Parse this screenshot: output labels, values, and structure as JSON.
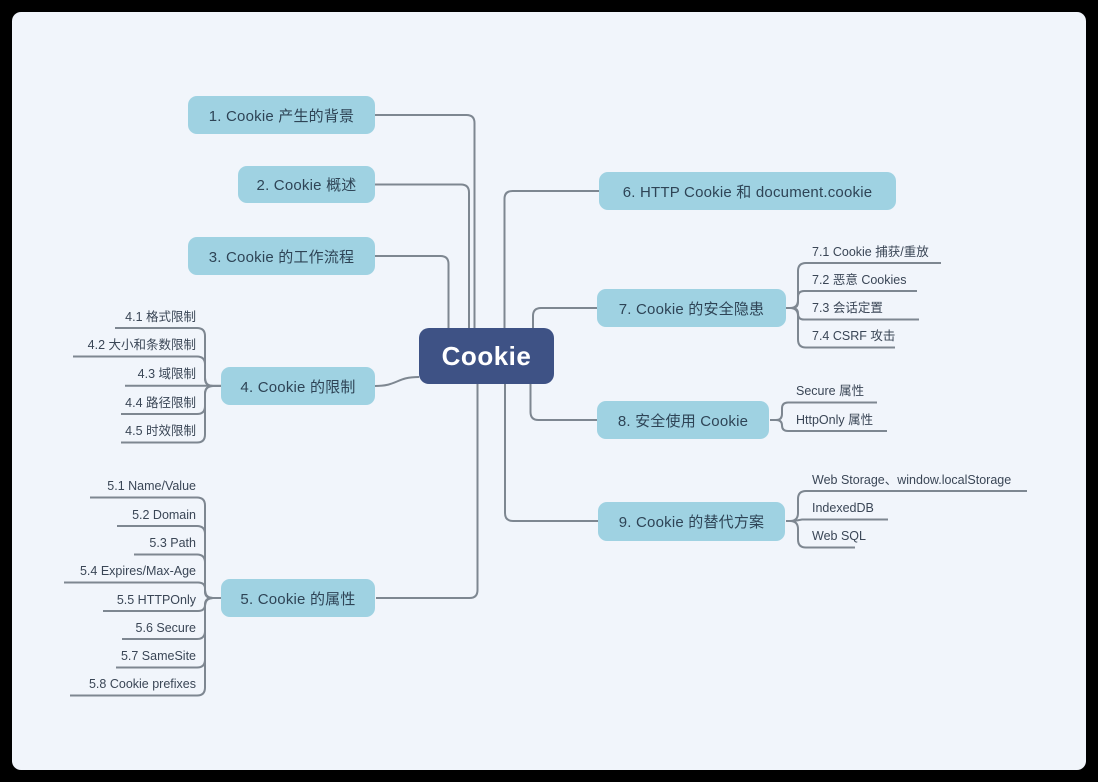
{
  "root": {
    "label": "Cookie"
  },
  "palette": {
    "canvas_bg": "#F1F5FB",
    "frame": "#000000",
    "topic_fill": "#9FD2E2",
    "topic_text": "#2E4456",
    "root_fill": "#3E5285",
    "root_text": "#FFFFFF",
    "line": "#7E8791",
    "child_text": "#3A4656"
  },
  "left_topics": [
    {
      "label": "1. Cookie 产生的背景",
      "children": []
    },
    {
      "label": "2. Cookie 概述",
      "children": []
    },
    {
      "label": "3. Cookie 的工作流程",
      "children": []
    },
    {
      "label": "4. Cookie 的限制",
      "children": [
        "4.1 格式限制",
        "4.2 大小和条数限制",
        "4.3 域限制",
        "4.4 路径限制",
        "4.5 时效限制"
      ]
    },
    {
      "label": "5. Cookie 的属性",
      "children": [
        "5.1 Name/Value",
        "5.2 Domain",
        "5.3 Path",
        "5.4 Expires/Max-Age",
        "5.5 HTTPOnly",
        "5.6 Secure",
        "5.7 SameSite",
        "5.8 Cookie prefixes"
      ]
    }
  ],
  "right_topics": [
    {
      "label": "6. HTTP Cookie 和 document.cookie",
      "children": []
    },
    {
      "label": "7. Cookie 的安全隐患",
      "children": [
        "7.1 Cookie 捕获/重放",
        "7.2 恶意 Cookies",
        "7.3 会话定置",
        "7.4 CSRF 攻击"
      ]
    },
    {
      "label": "8. 安全使用 Cookie",
      "children": [
        "Secure 属性",
        "HttpOnly 属性"
      ]
    },
    {
      "label": "9. Cookie 的替代方案",
      "children": [
        "Web Storage、window.localStorage",
        "IndexedDB",
        "Web SQL"
      ]
    }
  ]
}
